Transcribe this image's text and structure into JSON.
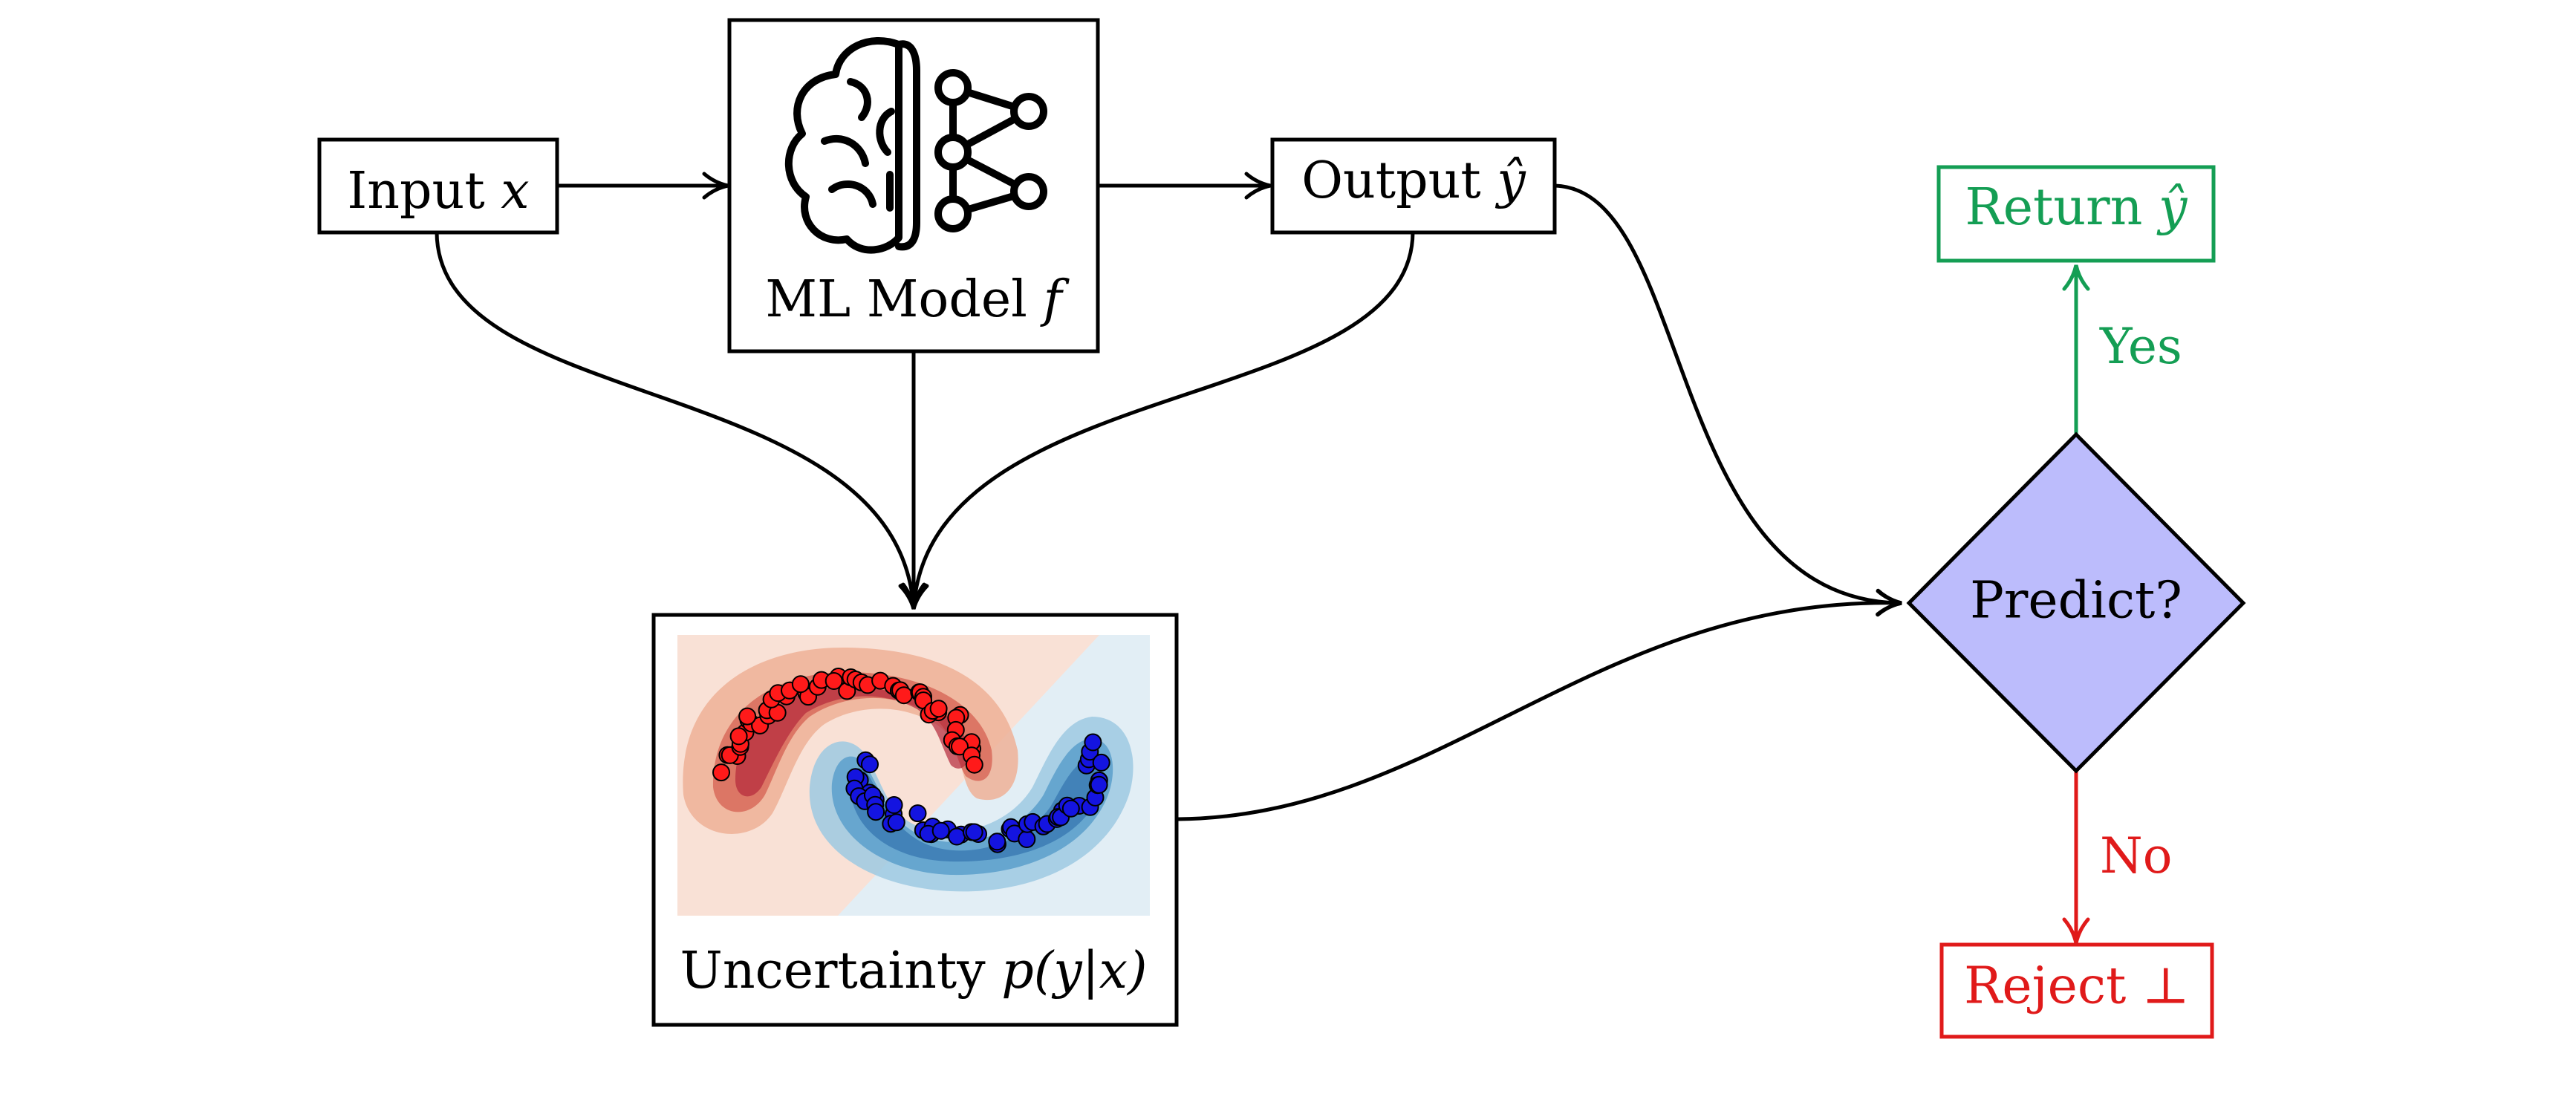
{
  "nodes": {
    "input": {
      "text": "Input ",
      "var": "x"
    },
    "model": {
      "text": "ML Model ",
      "var": "f"
    },
    "output": {
      "text": "Output ",
      "var": "ŷ"
    },
    "uncertainty": {
      "text": "Uncertainty ",
      "var": "p(y|x)"
    },
    "decision": {
      "text": "Predict?"
    },
    "return": {
      "text": "Return ",
      "var": "ŷ"
    },
    "reject": {
      "text": "Reject ⊥"
    }
  },
  "edges": {
    "yes_label": "Yes",
    "no_label": "No"
  },
  "colors": {
    "stroke": "#000000",
    "decision_fill": "#bcbcfc",
    "yes": "#149e54",
    "no": "#e01a1a",
    "red_class": "#ff1a1a",
    "blue_class": "#1414e0"
  },
  "icons": {
    "model": [
      "brain-icon",
      "neural-network-icon"
    ]
  }
}
